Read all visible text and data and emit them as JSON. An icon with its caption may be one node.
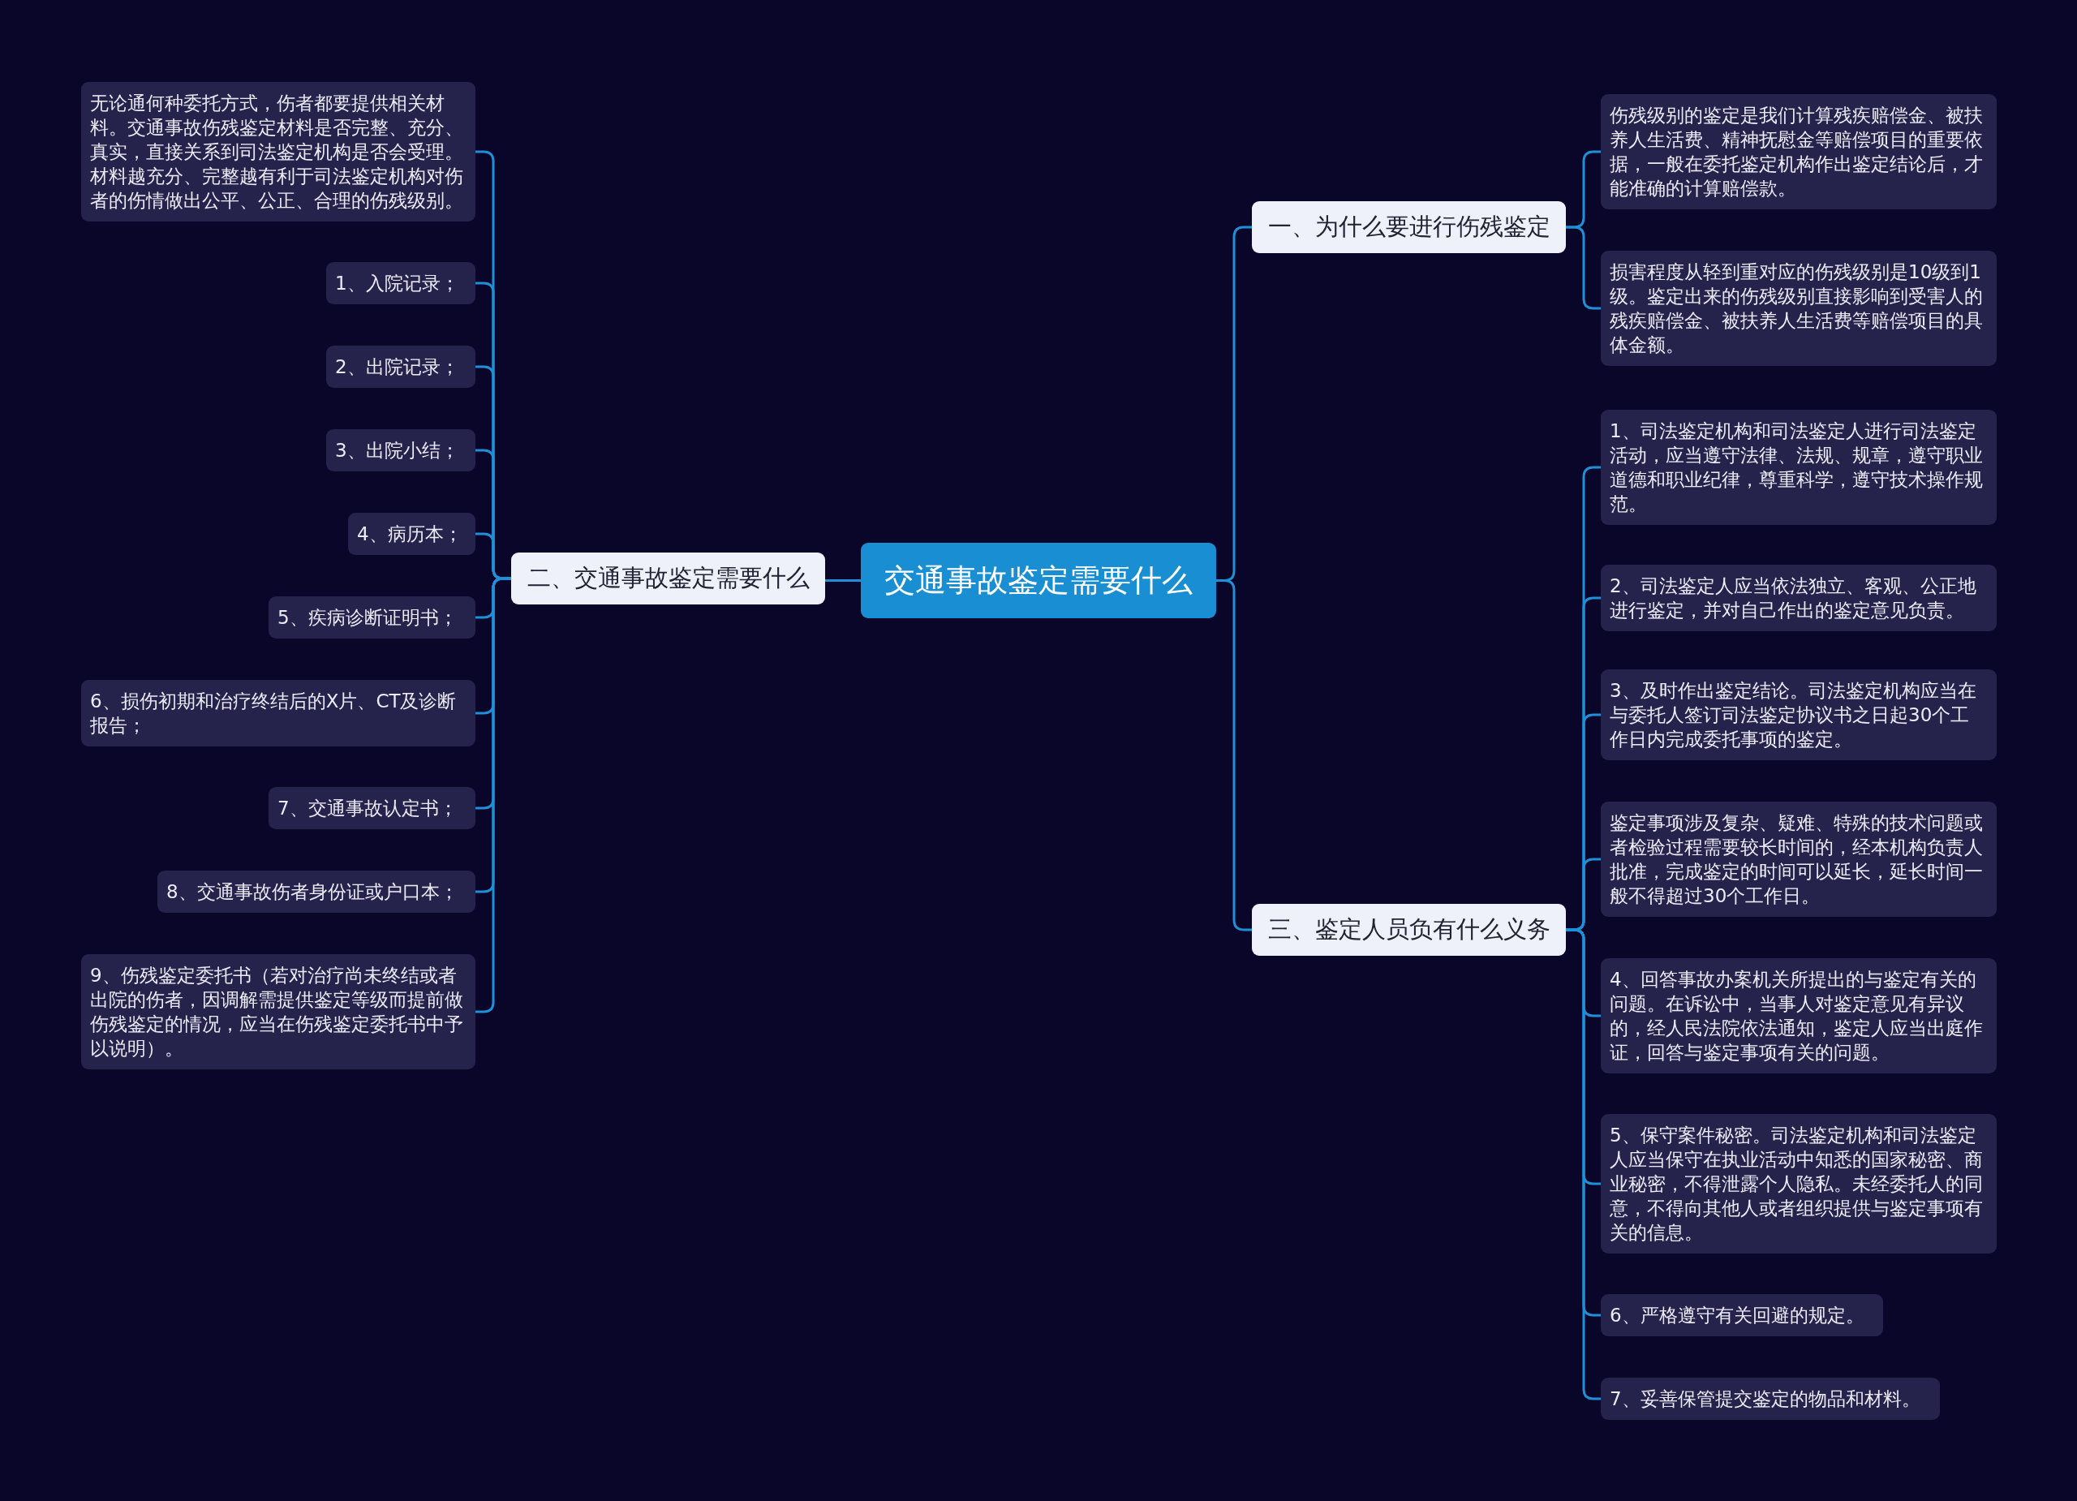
{
  "diagram": {
    "nodes": [
      {
        "text": [
          "交通事故鉴定需要什么"
        ]
      },
      {
        "text": [
          "二、交通事故鉴定需要什么"
        ]
      },
      {
        "text": [
          "一、为什么要进行伤残鉴定"
        ]
      },
      {
        "text": [
          "三、鉴定人员负有什么义务"
        ]
      },
      {
        "text": [
          "无论通何种委托方式，伤者都要提供相关材料。交通事故伤残鉴定材料是否完整、充分、真实，直接关系到司法鉴定机构是否会受理。材料越充分、完整越有利于司法鉴定机构对伤者的伤情做出公平、公正、合理的伤残级别。"
        ]
      },
      {
        "text": [
          "1、入院记录；"
        ]
      },
      {
        "text": [
          "2、出院记录；"
        ]
      },
      {
        "text": [
          "3、出院小结；"
        ]
      },
      {
        "text": [
          "4、病历本；"
        ]
      },
      {
        "text": [
          "5、疾病诊断证明书；"
        ]
      },
      {
        "text": [
          "6、损伤初期和治疗终结后的X片、CT及诊断报告；"
        ]
      },
      {
        "text": [
          "7、交通事故认定书；"
        ]
      },
      {
        "text": [
          "8、交通事故伤者身份证或户口本；"
        ]
      },
      {
        "text": [
          "9、伤残鉴定委托书（若对治疗尚未终结或者出院的伤者，因调解需提供鉴定等级而提前做伤残鉴定的情况，应当在伤残鉴定委托书中予以说明）。"
        ]
      },
      {
        "text": [
          "伤残级别的鉴定是我们计算残疾赔偿金、被扶养人生活费、精神抚慰金等赔偿项目的重要依据，一般在委托鉴定机构作出鉴定结论后，才能准确的计算赔偿款。"
        ]
      },
      {
        "text": [
          "损害程度从轻到重对应的伤残级别是10级到1级。鉴定出来的伤残级别直接影响到受害人的残疾赔偿金、被扶养人生活费等赔偿项目的具体金额。"
        ]
      },
      {
        "text": [
          "1、司法鉴定机构和司法鉴定人进行司法鉴定活动，应当遵守法律、法规、规章，遵守职业道德和职业纪律，尊重科学，遵守技术操作规范。"
        ]
      },
      {
        "text": [
          "2、司法鉴定人应当依法独立、客观、公正地进行鉴定，并对自己作出的鉴定意见负责。"
        ]
      },
      {
        "text": [
          "3、及时作出鉴定结论。司法鉴定机构应当在与委托人签订司法鉴定协议书之日起30个工作日内完成委托事项的鉴定。"
        ]
      },
      {
        "text": [
          "鉴定事项涉及复杂、疑难、特殊的技术问题或者检验过程需要较长时间的，经本机构负责人批准，完成鉴定的时间可以延长，延长时间一般不得超过30个工作日。"
        ]
      },
      {
        "text": [
          "4、回答事故办案机关所提出的与鉴定有关的问题。在诉讼中，当事人对鉴定意见有异议的，经人民法院依法通知，鉴定人应当出庭作证，回答与鉴定事项有关的问题。"
        ]
      },
      {
        "text": [
          "5、保守案件秘密。司法鉴定机构和司法鉴定人应当保守在执业活动中知悉的国家秘密、商业秘密，不得泄露个人隐私。未经委托人的同意，不得向其他人或者组织提供与鉴定事项有关的信息。"
        ]
      },
      {
        "text": [
          "6、严格遵守有关回避的规定。"
        ]
      },
      {
        "text": [
          "7、妥善保管提交鉴定的物品和材料。"
        ]
      }
    ],
    "edges": [
      {
        "from": 0,
        "to": 1,
        "arrow": "none"
      },
      {
        "from": 0,
        "to": 2,
        "arrow": "none"
      },
      {
        "from": 0,
        "to": 3,
        "arrow": "none"
      },
      {
        "from": 1,
        "to": 4,
        "arrow": "none"
      },
      {
        "from": 1,
        "to": 5,
        "arrow": "none"
      },
      {
        "from": 1,
        "to": 6,
        "arrow": "none"
      },
      {
        "from": 1,
        "to": 7,
        "arrow": "none"
      },
      {
        "from": 1,
        "to": 8,
        "arrow": "none"
      },
      {
        "from": 1,
        "to": 9,
        "arrow": "none"
      },
      {
        "from": 1,
        "to": 10,
        "arrow": "none"
      },
      {
        "from": 1,
        "to": 11,
        "arrow": "none"
      },
      {
        "from": 1,
        "to": 12,
        "arrow": "none"
      },
      {
        "from": 1,
        "to": 13,
        "arrow": "none"
      },
      {
        "from": 2,
        "to": 14,
        "arrow": "none"
      },
      {
        "from": 2,
        "to": 15,
        "arrow": "none"
      },
      {
        "from": 3,
        "to": 16,
        "arrow": "none"
      },
      {
        "from": 3,
        "to": 17,
        "arrow": "none"
      },
      {
        "from": 3,
        "to": 18,
        "arrow": "none"
      },
      {
        "from": 3,
        "to": 19,
        "arrow": "none"
      },
      {
        "from": 3,
        "to": 20,
        "arrow": "none"
      },
      {
        "from": 3,
        "to": 21,
        "arrow": "none"
      },
      {
        "from": 3,
        "to": 22,
        "arrow": "none"
      },
      {
        "from": 3,
        "to": 23,
        "arrow": "none"
      }
    ]
  }
}
